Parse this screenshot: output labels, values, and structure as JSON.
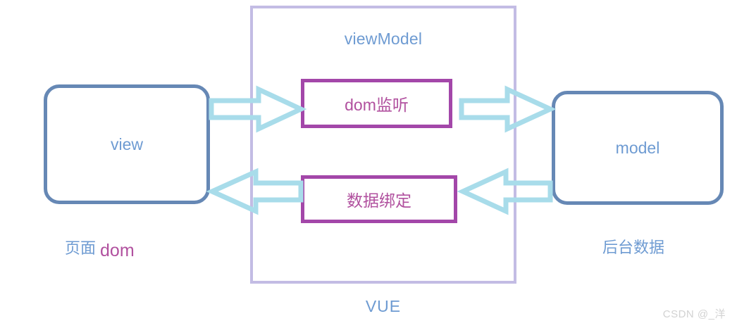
{
  "diagram": {
    "container": {
      "title": "viewModel",
      "bottom_label": "VUE",
      "border_color": "#c3bce4",
      "title_color": "#6e9bd2"
    },
    "nodes": [
      {
        "id": "view",
        "label": "view",
        "caption_cn": "页面",
        "caption_en": "dom",
        "border_color": "#6688b5",
        "label_color": "#6e9bd2"
      },
      {
        "id": "model",
        "label": "model",
        "caption_cn": "后台数据",
        "border_color": "#6688b5",
        "label_color": "#6e9bd2"
      }
    ],
    "inner_nodes": [
      {
        "id": "dom-listen",
        "label": "dom监听",
        "border_color": "#a347a9",
        "label_color": "#b1519f"
      },
      {
        "id": "data-bind",
        "label": "数据绑定",
        "border_color": "#a347a9",
        "label_color": "#b1519f"
      }
    ],
    "arrows": [
      {
        "id": "view-to-dom-listen",
        "direction": "right",
        "color": "#a8dcea"
      },
      {
        "id": "dom-listen-to-model",
        "direction": "right",
        "color": "#a8dcea"
      },
      {
        "id": "model-to-data-bind",
        "direction": "left",
        "color": "#a8dcea"
      },
      {
        "id": "data-bind-to-view",
        "direction": "left",
        "color": "#a8dcea"
      }
    ]
  },
  "watermark": {
    "text": "CSDN @_洋",
    "color": "#d2d2d2"
  }
}
